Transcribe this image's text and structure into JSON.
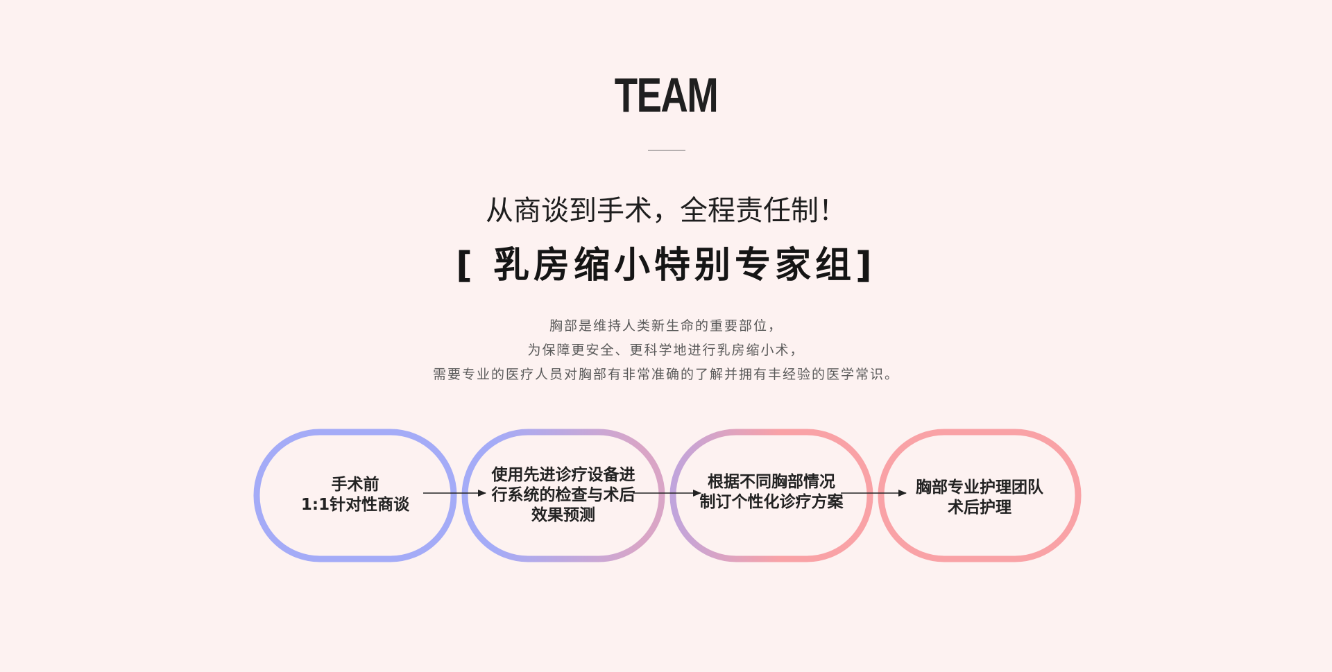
{
  "header": {
    "title": "TEAM",
    "slogan": "从商谈到手术，全程责任制！",
    "group_title": "[ 乳房缩小特别专家组]"
  },
  "description": {
    "lines": [
      "胸部是维持人类新生命的重要部位，",
      "为保障更安全、更科学地进行乳房缩小术，",
      "需要专业的医疗人员对胸部有非常准确的了解并拥有丰经验的医学常识。"
    ]
  },
  "process": {
    "colors": {
      "blue": "#a4abf7",
      "purple": "#c6a3d8",
      "pink": "#f9a2a6",
      "arrow": "#222222"
    },
    "steps": [
      {
        "lines": [
          "手术前",
          "1:1针对性商谈"
        ]
      },
      {
        "lines": [
          "使用先进诊疗设备进",
          "行系统的检查与术后",
          "效果预测"
        ]
      },
      {
        "lines": [
          "根据不同胸部情况",
          "制订个性化诊疗方案"
        ]
      },
      {
        "lines": [
          "胸部专业护理团队",
          "术后护理"
        ]
      }
    ]
  }
}
